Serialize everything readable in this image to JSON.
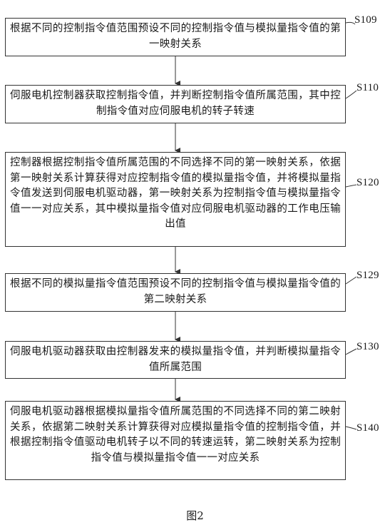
{
  "steps": [
    {
      "id": "S109",
      "text": "根据不同的控制指令值范围预设不同的控制指令值与模拟量指令值的第一映射关系"
    },
    {
      "id": "S110",
      "text": "伺服电机控制器获取控制指令值，并判断控制指令值所属范围，其中控制指令值对应伺服电机的转子转速"
    },
    {
      "id": "S120",
      "text": "控制器根据控制指令值所属范围的不同选择不同的第一映射关系，依据第一映射关系计算获得对应控制指令值的模拟量指令值，并将模拟量指令值发送到伺服电机驱动器，第一映射关系为控制指令值与模拟量指令值一一对应关系，其中模拟量指令值对应伺服电机驱动器的工作电压输出值"
    },
    {
      "id": "S129",
      "text": "根据不同的模拟量指令值范围预设不同的控制指令值与模拟量指令值的第二映射关系"
    },
    {
      "id": "S130",
      "text": "伺服电机驱动器获取由控制器发来的模拟量指令值，并判断模拟量指令值所属范围"
    },
    {
      "id": "S140",
      "text": "伺服电机驱动器根据模拟量指令值所属范围的不同选择不同的第二映射关系，依据第二映射关系计算获得对应模拟量指令值的控制指令值，并根据控制指令值驱动电机转子以不同的转速运转，第二映射关系为控制指令值与模拟量指令值一一对应关系"
    }
  ],
  "caption": "图2"
}
